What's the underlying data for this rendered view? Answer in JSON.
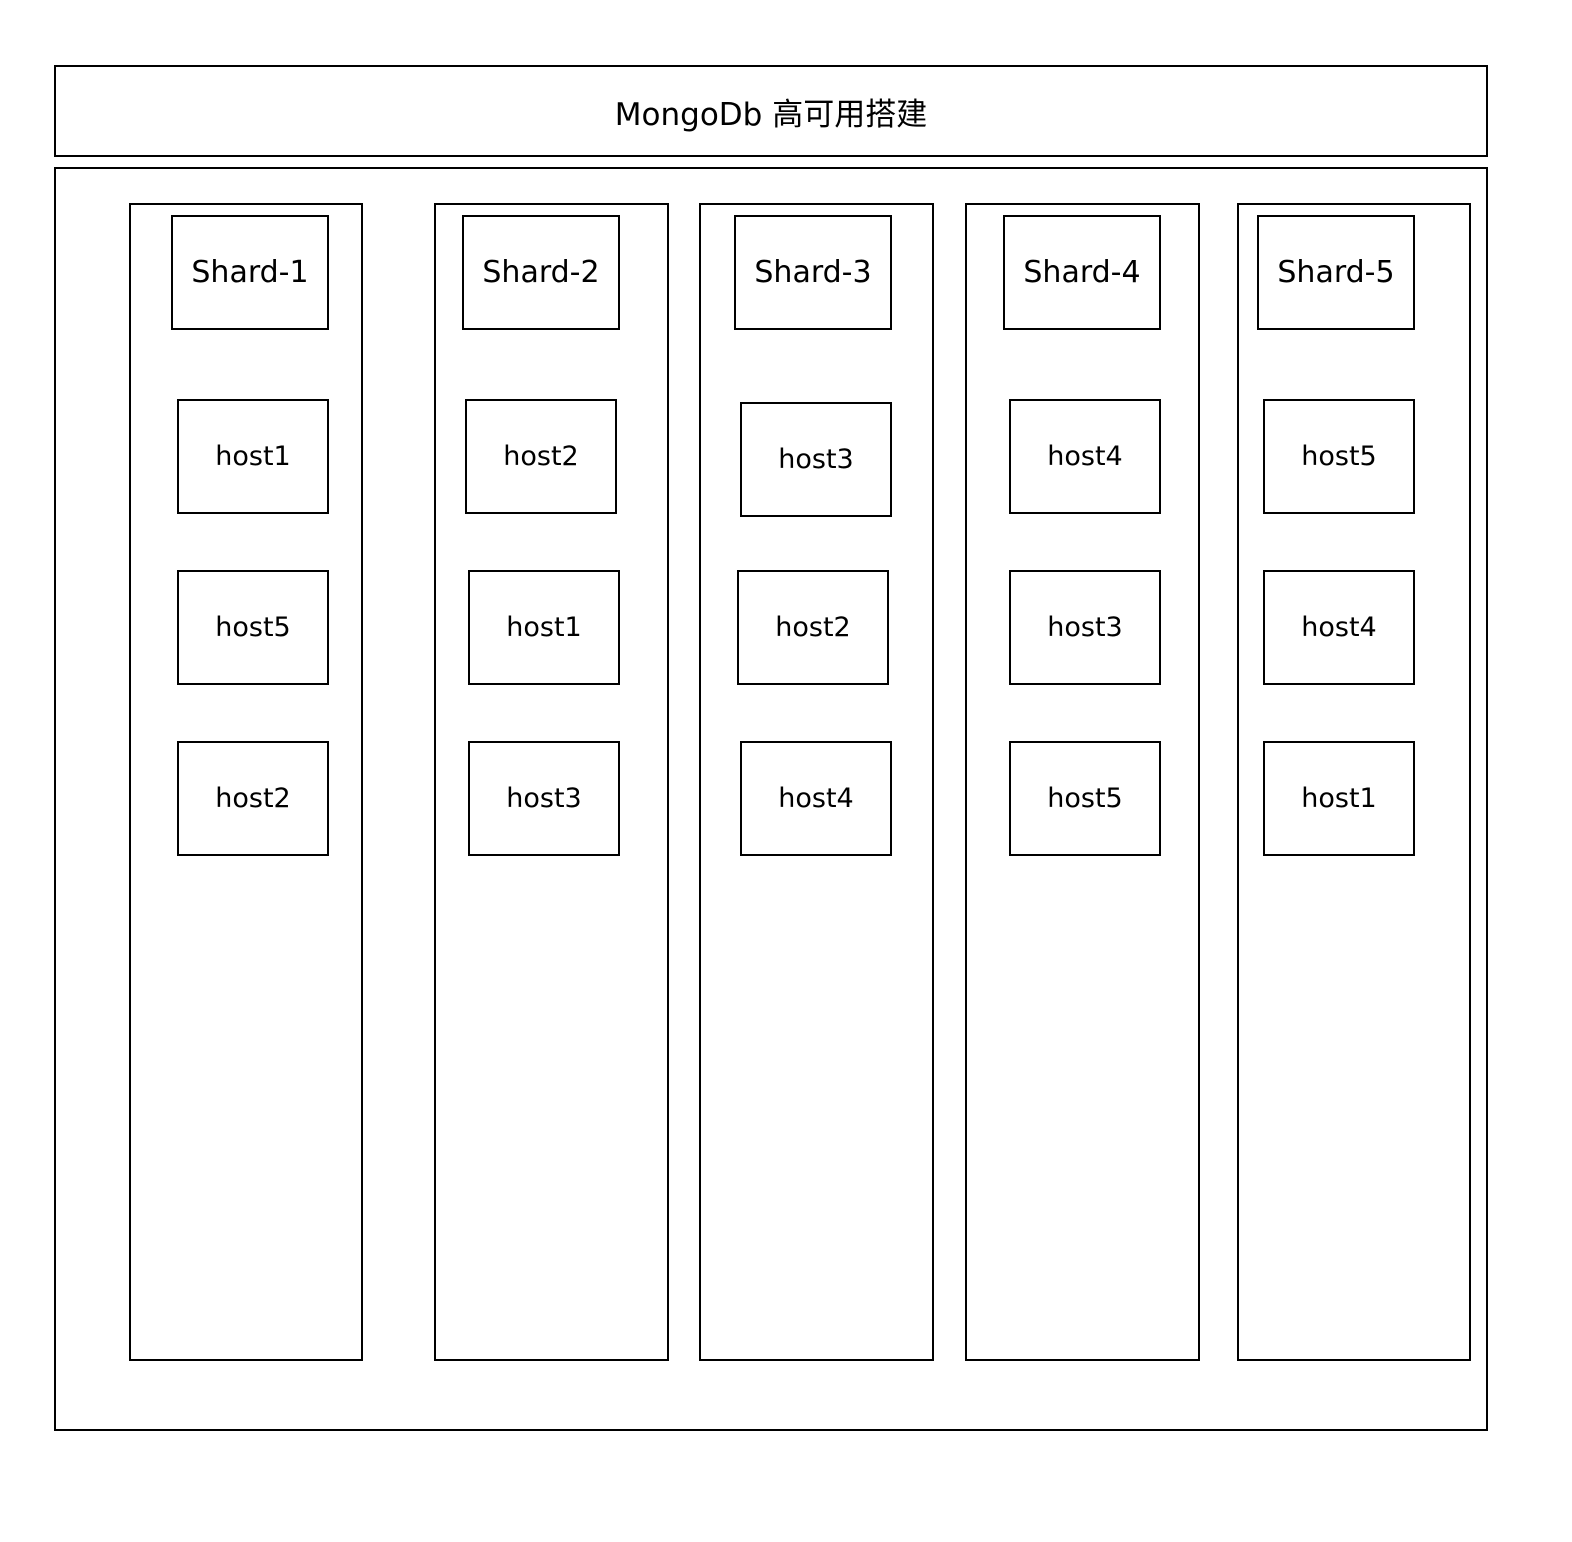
{
  "diagram": {
    "title": "MongoDb 高可用搭建",
    "shards": [
      {
        "name": "Shard-1",
        "hosts": [
          "host1",
          "host5",
          "host2"
        ]
      },
      {
        "name": "Shard-2",
        "hosts": [
          "host2",
          "host1",
          "host3"
        ]
      },
      {
        "name": "Shard-3",
        "hosts": [
          "host3",
          "host2",
          "host4"
        ]
      },
      {
        "name": "Shard-4",
        "hosts": [
          "host4",
          "host3",
          "host5"
        ]
      },
      {
        "name": "Shard-5",
        "hosts": [
          "host5",
          "host4",
          "host1"
        ]
      }
    ]
  },
  "colors": {
    "stroke": "#000000",
    "background": "#ffffff"
  }
}
